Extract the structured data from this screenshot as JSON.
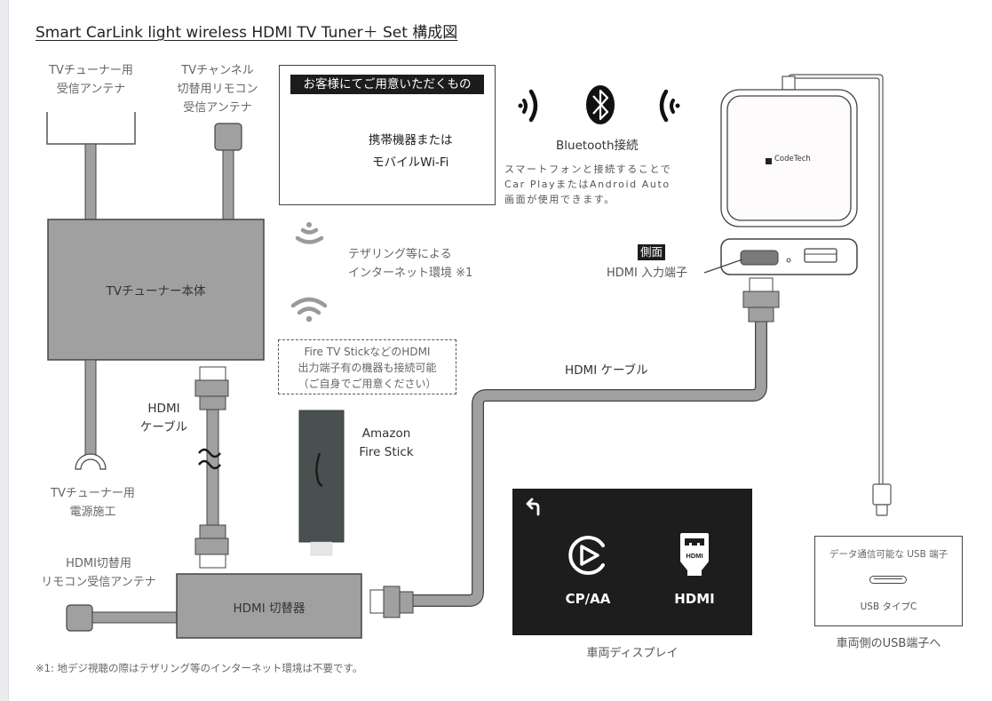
{
  "title": "Smart CarLink light wireless HDMI TV Tuner＋ Set 構成図",
  "labels": {
    "tv_antenna": [
      "TVチューナー用",
      "受信アンテナ"
    ],
    "channel_remote_antenna": [
      "TVチャンネル",
      "切替用リモコン",
      "受信アンテナ"
    ],
    "tv_tuner_body": "TVチューナー本体",
    "tv_power": [
      "TVチューナー用",
      "電源施工"
    ],
    "hdmi_cable_left": [
      "HDMI",
      "ケーブル"
    ],
    "hdmi_switch_remote": [
      "HDMI切替用",
      "リモコン受信アンテナ"
    ],
    "hdmi_switch": "HDMI 切替器",
    "hdmi_cable_main": "HDMI ケーブル",
    "fire_stick": [
      "Amazon",
      "Fire Stick"
    ],
    "tethering": [
      "テザリング等による",
      "インターネット環境 ※1"
    ],
    "side_tag": "側面",
    "hdmi_input_port": "HDMI 入力端子",
    "car_display": "車両ディスプレイ",
    "usb_to_vehicle": "車両側のUSB端子へ"
  },
  "customer_box": {
    "header": "お客様にてご用意いただくもの",
    "device": [
      "携帯機器または",
      "モバイルWi-Fi"
    ]
  },
  "bluetooth": {
    "label": "Bluetooth接続",
    "description": [
      "スマートフォンと接続することで",
      "Car PlayまたはAndroid Auto",
      "画面が使用できます。"
    ]
  },
  "dashed_note": [
    "Fire TV StickなどのHDMI",
    "出力端子有の機器も接続可能",
    "（ご自身でご用意ください）"
  ],
  "device_brand": "CodeTech",
  "screen": {
    "back_icon": "back-arrow-icon",
    "items": [
      {
        "label": "CP/AA",
        "icon": "carplay-android-auto-icon"
      },
      {
        "label": "HDMI",
        "icon": "hdmi-connector-icon",
        "icon_text": "HDMI"
      }
    ]
  },
  "usb_box": {
    "title": "データ通信可能な USB 端子",
    "type": "USB タイプC"
  },
  "footnote": "※1: 地デジ視聴の際はテザリング等のインターネット環境は不要です。",
  "colors": {
    "gray_fill": "#a0a0a0",
    "stroke": "#444444",
    "dark": "#1d1d1d",
    "fire_stick": "#4a4f4f"
  }
}
